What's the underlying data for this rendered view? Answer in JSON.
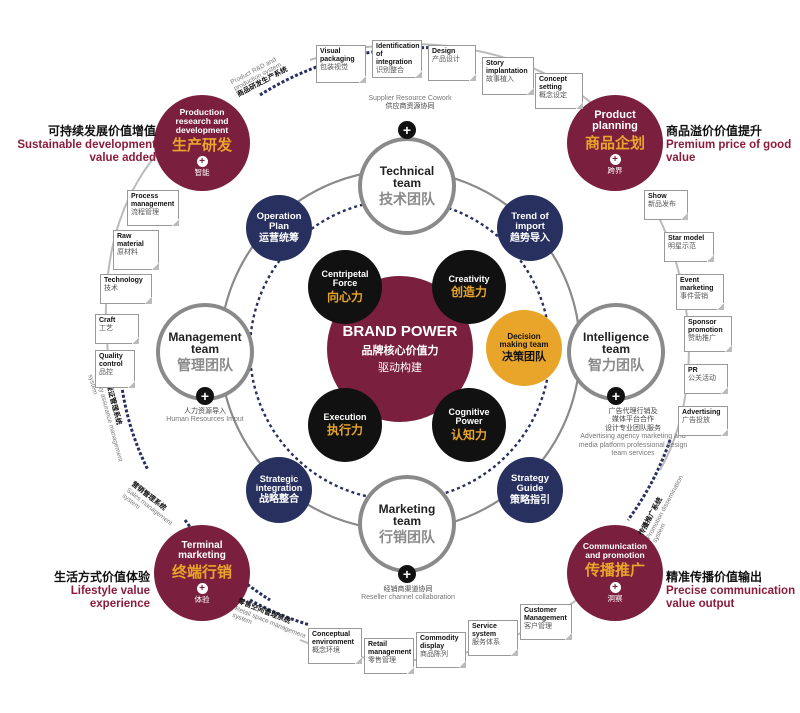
{
  "center": {
    "en": "BRAND POWER",
    "cn1": "品牌核心价值力",
    "cn2": "驱动构建"
  },
  "inner_black": [
    {
      "en": "Centripetal Force",
      "cn": "向心力"
    },
    {
      "en": "Creativity",
      "cn": "创造力"
    },
    {
      "en": "Execution",
      "cn": "执行力"
    },
    {
      "en": "Cognitive Power",
      "cn": "认知力"
    }
  ],
  "decision": {
    "en": "Decision making team",
    "cn": "决策团队"
  },
  "teams": {
    "technical": {
      "en": "Technical team",
      "cn": "技术团队",
      "cap_cn": "供应商资源协同",
      "cap_en": "Supplier Resource Cowork"
    },
    "management": {
      "en": "Management team",
      "cn": "管理团队",
      "cap_cn": "人力资源导入",
      "cap_en": "Human Resources Imput"
    },
    "intelligence": {
      "en": "Intelligence team",
      "cn": "智力团队",
      "cap_cn1": "广告代理行销及",
      "cap_cn2": "媒体平台合作",
      "cap_cn3": "设计专业团队服务",
      "cap_en": "Advertising agency marketing and media platform professional design team services"
    },
    "marketing": {
      "en": "Marketing team",
      "cn": "行销团队",
      "cap_cn": "经销商渠道协同",
      "cap_en": "Reseller channel collaboration"
    }
  },
  "navy": [
    {
      "en": "Operation Plan",
      "cn": "运营统筹"
    },
    {
      "en": "Trend of import",
      "cn": "趋势导入"
    },
    {
      "en": "Strategic integration",
      "cn": "战略整合"
    },
    {
      "en": "Strategy Guide",
      "cn": "策略指引"
    }
  ],
  "corners": [
    {
      "en": "Production research and development",
      "cn": "生产研发",
      "sub": "智能"
    },
    {
      "en": "Product planning",
      "cn": "商品企划",
      "sub": "跨界"
    },
    {
      "en": "Terminal marketing",
      "cn": "终端行销",
      "sub": "体验"
    },
    {
      "en": "Communication and promotion",
      "cn": "传播推广",
      "sub": "洞察"
    }
  ],
  "side_labels": [
    {
      "cn": "可持续发展价值增值",
      "en": "Sustainable development value added"
    },
    {
      "cn": "商品溢价价值提升",
      "en": "Premium price of good value"
    },
    {
      "cn": "生活方式价值体验",
      "en": "Lifestyle value experience"
    },
    {
      "cn": "精准传播价值输出",
      "en": "Precise communication value output"
    }
  ],
  "arc_labels": {
    "top": {
      "en": "Product R&D and production system",
      "cn": "商品研发生产系统"
    },
    "left": {
      "cn": "品质保证管理系统",
      "en": "Quality assurance management system"
    },
    "left_lower": {
      "cn": "营销管理系统",
      "en": "Sales management system"
    },
    "bottom": {
      "cn": "零售空间管理系统",
      "en": "Retail space management system"
    },
    "right": {
      "cn": "传播推广系统",
      "en": "Promotion dissemination system"
    }
  },
  "boxes_top": [
    {
      "en": "Visual packaging",
      "cn": "包装视觉"
    },
    {
      "en": "Identification of integration",
      "cn": "识别整合"
    },
    {
      "en": "Design",
      "cn": "产品设计"
    },
    {
      "en": "Story implantation",
      "cn": "故事植入"
    },
    {
      "en": "Concept setting",
      "cn": "概念设定"
    }
  ],
  "boxes_left": [
    {
      "en": "Process management",
      "cn": "流程管理"
    },
    {
      "en": "Raw material",
      "cn": "原材料"
    },
    {
      "en": "Technology",
      "cn": "技术"
    },
    {
      "en": "Craft",
      "cn": "工艺"
    },
    {
      "en": "Quality control",
      "cn": "品控"
    }
  ],
  "boxes_right": [
    {
      "en": "Show",
      "cn": "新品发布"
    },
    {
      "en": "Star model",
      "cn": "明星示范"
    },
    {
      "en": "Event marketing",
      "cn": "事件营销"
    },
    {
      "en": "Sponsor promotion",
      "cn": "赞助推广"
    },
    {
      "en": "PR",
      "cn": "公关活动"
    },
    {
      "en": "Advertising",
      "cn": "广告投放"
    }
  ],
  "boxes_bottom": [
    {
      "en": "Conceptual environment",
      "cn": "概念环境"
    },
    {
      "en": "Retail management",
      "cn": "零售管理"
    },
    {
      "en": "Commodity display",
      "cn": "商品陈列"
    },
    {
      "en": "Service system",
      "cn": "服务体系"
    },
    {
      "en": "Customer Management",
      "cn": "客户管理"
    }
  ],
  "colors": {
    "maroon": "#7a1f3d",
    "navy": "#27305f",
    "black": "#111111",
    "gold": "#e9a52a",
    "gray": "#8a8a8a",
    "accent_text": "#8c1c3c"
  }
}
